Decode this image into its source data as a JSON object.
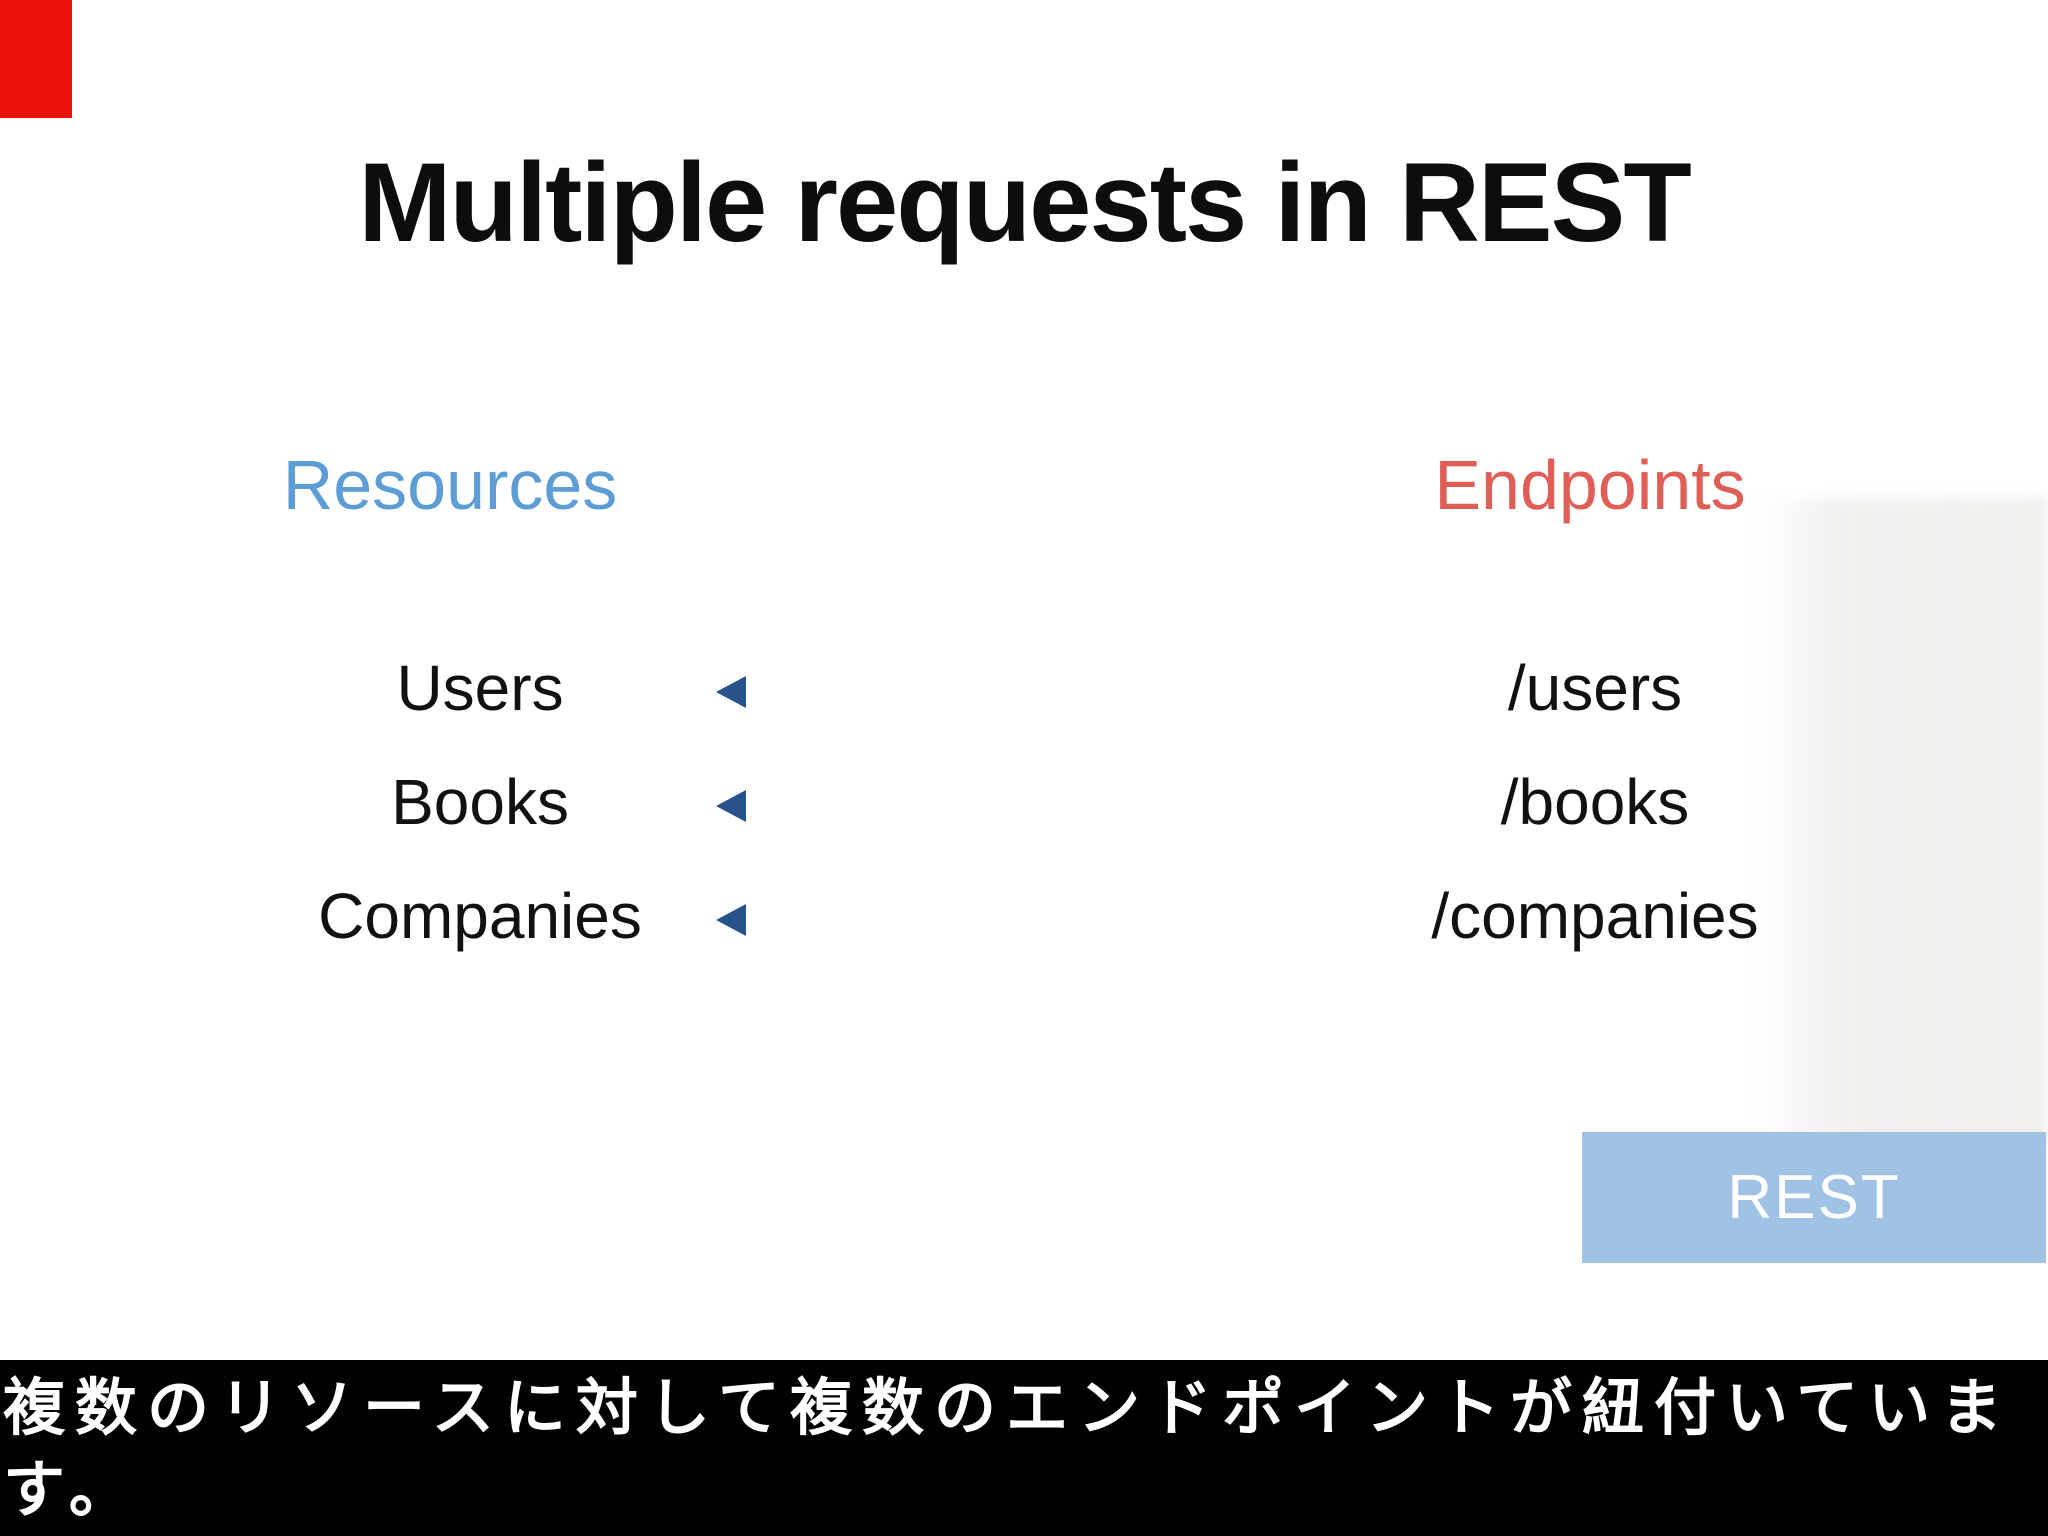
{
  "slide": {
    "title": "Multiple requests in REST",
    "columns": {
      "left": {
        "label": "Resources",
        "color": "#5d9dd5"
      },
      "right": {
        "label": "Endpoints",
        "color": "#df5f57"
      }
    },
    "rows": [
      {
        "resource": "Users",
        "endpoint": "/users"
      },
      {
        "resource": "Books",
        "endpoint": "/books"
      },
      {
        "resource": "Companies",
        "endpoint": "/companies"
      }
    ],
    "arrows": {
      "direction": "right-to-left",
      "color": "#27528c",
      "count": 3
    },
    "rest_badge": {
      "label": "REST",
      "background": "#9fc2e5",
      "text_color": "#ffffff"
    }
  },
  "subtitle": {
    "line1": "複数のリソースに対して複数のエンドポイントが紐付いていま",
    "line2": "す。",
    "full_text": "複数のリソースに対して複数のエンドポイントが紐付いています。",
    "background": "#010101",
    "text_color": "#ffffff"
  },
  "overlay": {
    "red_marker_color": "#ec100c"
  }
}
